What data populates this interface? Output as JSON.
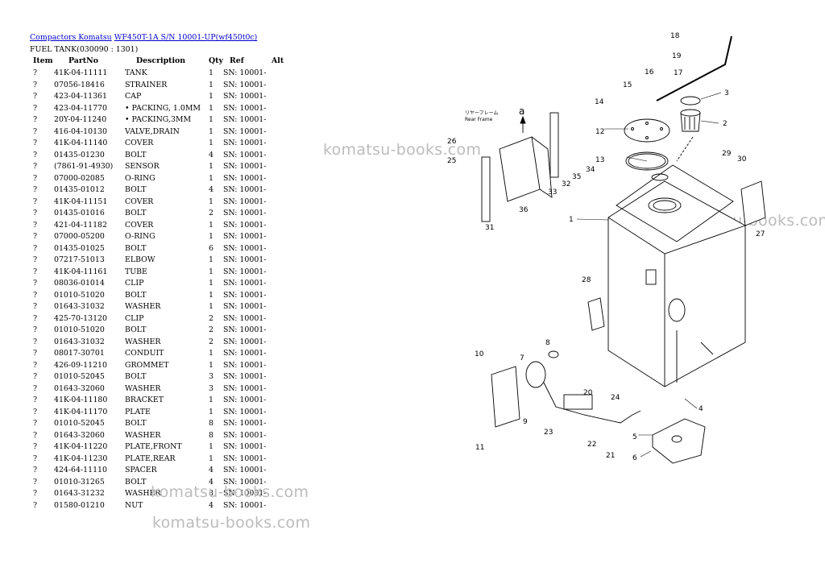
{
  "breadcrumb": {
    "link1": "Compactors Komatsu",
    "link2": "WF450T-1A S/N 10001-UP(wf450t0c)"
  },
  "section_title": "FUEL TANK(030090 : 1301)",
  "table": {
    "headers": [
      "Item",
      "PartNo",
      "Description",
      "Qty",
      "Ref",
      "Alt"
    ],
    "rows": [
      [
        "?",
        "41K-04-11111",
        "TANK",
        "1",
        "SN: 10001-",
        ""
      ],
      [
        "?",
        "07056-18416",
        "STRAINER",
        "1",
        "SN: 10001-",
        ""
      ],
      [
        "?",
        "423-04-11361",
        "CAP",
        "1",
        "SN: 10001-",
        ""
      ],
      [
        "?",
        "423-04-11770",
        "• PACKING, 1.0MM",
        "1",
        "SN: 10001-",
        ""
      ],
      [
        "?",
        "20Y-04-11240",
        "• PACKING,3MM",
        "1",
        "SN: 10001-",
        ""
      ],
      [
        "?",
        "416-04-10130",
        "VALVE,DRAIN",
        "1",
        "SN: 10001-",
        ""
      ],
      [
        "?",
        "41K-04-11140",
        "COVER",
        "1",
        "SN: 10001-",
        ""
      ],
      [
        "?",
        "01435-01230",
        "BOLT",
        "4",
        "SN: 10001-",
        ""
      ],
      [
        "?",
        "(7861-91-4930)",
        "SENSOR",
        "1",
        "SN: 10001-",
        ""
      ],
      [
        "?",
        "07000-02085",
        "O-RING",
        "1",
        "SN: 10001-",
        ""
      ],
      [
        "?",
        "01435-01012",
        "BOLT",
        "4",
        "SN: 10001-",
        ""
      ],
      [
        "?",
        "41K-04-11151",
        "COVER",
        "1",
        "SN: 10001-",
        ""
      ],
      [
        "?",
        "01435-01016",
        "BOLT",
        "2",
        "SN: 10001-",
        ""
      ],
      [
        "?",
        "421-04-11182",
        "COVER",
        "1",
        "SN: 10001-",
        ""
      ],
      [
        "?",
        "07000-05200",
        "O-RING",
        "1",
        "SN: 10001-",
        ""
      ],
      [
        "?",
        "01435-01025",
        "BOLT",
        "6",
        "SN: 10001-",
        ""
      ],
      [
        "?",
        "07217-51013",
        "ELBOW",
        "1",
        "SN: 10001-",
        ""
      ],
      [
        "?",
        "41K-04-11161",
        "TUBE",
        "1",
        "SN: 10001-",
        ""
      ],
      [
        "?",
        "08036-01014",
        "CLIP",
        "1",
        "SN: 10001-",
        ""
      ],
      [
        "?",
        "01010-51020",
        "BOLT",
        "1",
        "SN: 10001-",
        ""
      ],
      [
        "?",
        "01643-31032",
        "WASHER",
        "1",
        "SN: 10001-",
        ""
      ],
      [
        "?",
        "425-70-13120",
        "CLIP",
        "2",
        "SN: 10001-",
        ""
      ],
      [
        "?",
        "01010-51020",
        "BOLT",
        "2",
        "SN: 10001-",
        ""
      ],
      [
        "?",
        "01643-31032",
        "WASHER",
        "2",
        "SN: 10001-",
        ""
      ],
      [
        "?",
        "08017-30701",
        "CONDUIT",
        "1",
        "SN: 10001-",
        ""
      ],
      [
        "?",
        "426-09-11210",
        "GROMMET",
        "1",
        "SN: 10001-",
        ""
      ],
      [
        "?",
        "01010-52045",
        "BOLT",
        "3",
        "SN: 10001-",
        ""
      ],
      [
        "?",
        "01643-32060",
        "WASHER",
        "3",
        "SN: 10001-",
        ""
      ],
      [
        "?",
        "41K-04-11180",
        "BRACKET",
        "1",
        "SN: 10001-",
        ""
      ],
      [
        "?",
        "41K-04-11170",
        "PLATE",
        "1",
        "SN: 10001-",
        ""
      ],
      [
        "?",
        "01010-52045",
        "BOLT",
        "8",
        "SN: 10001-",
        ""
      ],
      [
        "?",
        "01643-32060",
        "WASHER",
        "8",
        "SN: 10001-",
        ""
      ],
      [
        "?",
        "41K-04-11220",
        "PLATE,FRONT",
        "1",
        "SN: 10001-",
        ""
      ],
      [
        "?",
        "41K-04-11230",
        "PLATE,REAR",
        "1",
        "SN: 10001-",
        ""
      ],
      [
        "?",
        "424-64-11110",
        "SPACER",
        "4",
        "SN: 10001-",
        ""
      ],
      [
        "?",
        "01010-31265",
        "BOLT",
        "4",
        "SN: 10001-",
        ""
      ],
      [
        "?",
        "01643-31232",
        "WASHER",
        "8",
        "SN: 10001-",
        ""
      ],
      [
        "?",
        "01580-01210",
        "NUT",
        "4",
        "SN: 10001-",
        ""
      ]
    ]
  },
  "watermark": "komatsu-books.com",
  "diagram": {
    "frame_label_jp": "リヤーフレーム",
    "frame_label_en": "Rear Frame",
    "arrow_label": "a",
    "callouts": [
      "1",
      "2",
      "3",
      "4",
      "5",
      "6",
      "7",
      "8",
      "10",
      "11",
      "12",
      "13",
      "14",
      "15",
      "16",
      "17",
      "18",
      "19",
      "20",
      "21",
      "22",
      "23",
      "24",
      "25",
      "26",
      "27",
      "28",
      "29",
      "30",
      "31",
      "32",
      "33",
      "34",
      "35",
      "36",
      "9"
    ]
  },
  "colors": {
    "link": "#0000cc",
    "watermark": "#bcbcbc"
  }
}
